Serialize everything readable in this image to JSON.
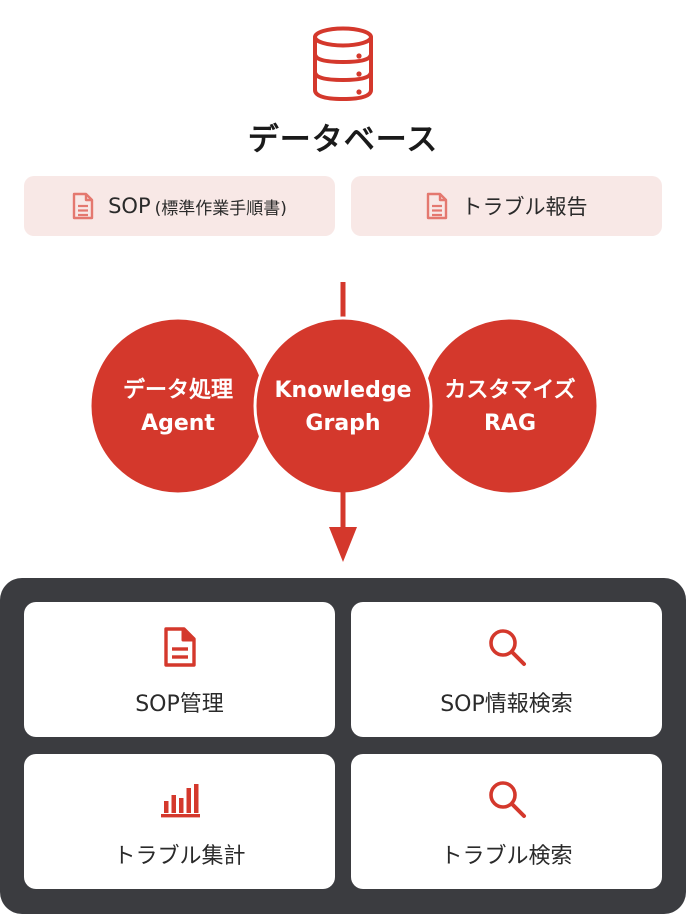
{
  "database": {
    "title": "データベース",
    "icon": "database-icon"
  },
  "sources": [
    {
      "label": "SOP",
      "paren": "(標準作業手順書)",
      "icon": "document-icon"
    },
    {
      "label": "トラブル報告",
      "paren": "",
      "icon": "document-icon"
    }
  ],
  "circles": [
    {
      "line1": "データ処理",
      "line2": "Agent"
    },
    {
      "line1": "Knowledge",
      "line2": "Graph"
    },
    {
      "line1": "カスタマイズ",
      "line2": "RAG"
    }
  ],
  "features": [
    {
      "label": "SOP管理",
      "icon": "document-icon"
    },
    {
      "label": "SOP情報検索",
      "icon": "search-icon"
    },
    {
      "label": "トラブル集計",
      "icon": "bar-chart-icon"
    },
    {
      "label": "トラブル検索",
      "icon": "search-icon"
    }
  ],
  "colors": {
    "accent": "#d4382c",
    "source_bg": "#f8e8e6",
    "panel_bg": "#3b3c40",
    "card_bg": "#ffffff"
  }
}
